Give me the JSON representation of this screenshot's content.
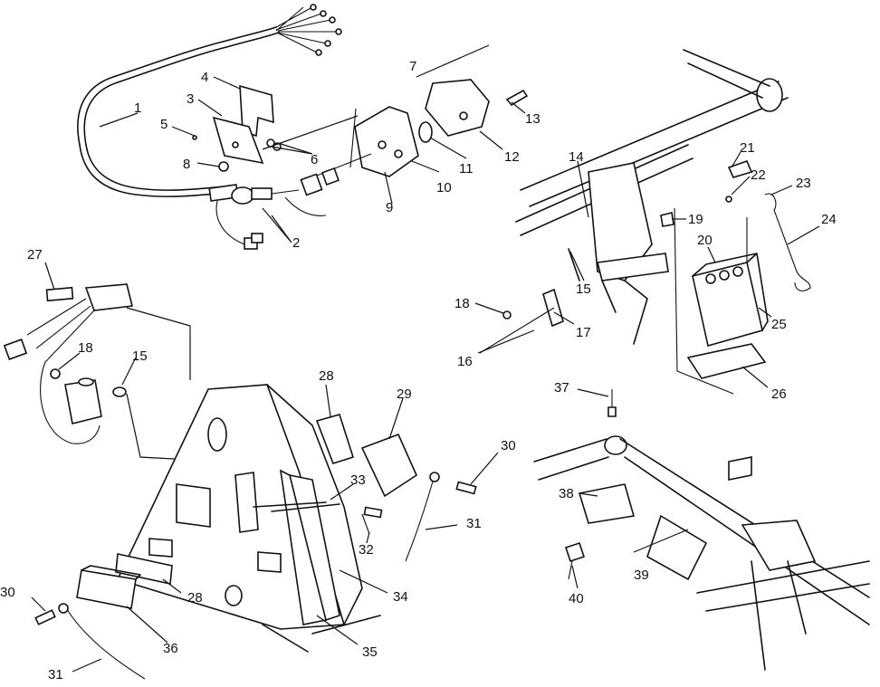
{
  "callouts": [
    {
      "id": "c1",
      "text": "1"
    },
    {
      "id": "c2",
      "text": "2"
    },
    {
      "id": "c3",
      "text": "3"
    },
    {
      "id": "c4",
      "text": "4"
    },
    {
      "id": "c5",
      "text": "5"
    },
    {
      "id": "c6",
      "text": "6"
    },
    {
      "id": "c7",
      "text": "7"
    },
    {
      "id": "c8",
      "text": "8"
    },
    {
      "id": "c9",
      "text": "9"
    },
    {
      "id": "c10",
      "text": "10"
    },
    {
      "id": "c11",
      "text": "11"
    },
    {
      "id": "c12",
      "text": "12"
    },
    {
      "id": "c13",
      "text": "13"
    },
    {
      "id": "c14",
      "text": "14"
    },
    {
      "id": "c15a",
      "text": "15"
    },
    {
      "id": "c15b",
      "text": "15"
    },
    {
      "id": "c16",
      "text": "16"
    },
    {
      "id": "c17",
      "text": "17"
    },
    {
      "id": "c18a",
      "text": "18"
    },
    {
      "id": "c18b",
      "text": "18"
    },
    {
      "id": "c19",
      "text": "19"
    },
    {
      "id": "c20",
      "text": "20"
    },
    {
      "id": "c21",
      "text": "21"
    },
    {
      "id": "c22",
      "text": "22"
    },
    {
      "id": "c23",
      "text": "23"
    },
    {
      "id": "c24",
      "text": "24"
    },
    {
      "id": "c25",
      "text": "25"
    },
    {
      "id": "c26",
      "text": "26"
    },
    {
      "id": "c27",
      "text": "27"
    },
    {
      "id": "c28a",
      "text": "28"
    },
    {
      "id": "c28b",
      "text": "28"
    },
    {
      "id": "c29",
      "text": "29"
    },
    {
      "id": "c30a",
      "text": "30"
    },
    {
      "id": "c30b",
      "text": "30"
    },
    {
      "id": "c31a",
      "text": "31"
    },
    {
      "id": "c31b",
      "text": "31"
    },
    {
      "id": "c32",
      "text": "32"
    },
    {
      "id": "c33",
      "text": "33"
    },
    {
      "id": "c34",
      "text": "34"
    },
    {
      "id": "c35",
      "text": "35"
    },
    {
      "id": "c36",
      "text": "36"
    },
    {
      "id": "c37",
      "text": "37"
    },
    {
      "id": "c38",
      "text": "38"
    },
    {
      "id": "c39",
      "text": "39"
    },
    {
      "id": "c40",
      "text": "40"
    }
  ]
}
